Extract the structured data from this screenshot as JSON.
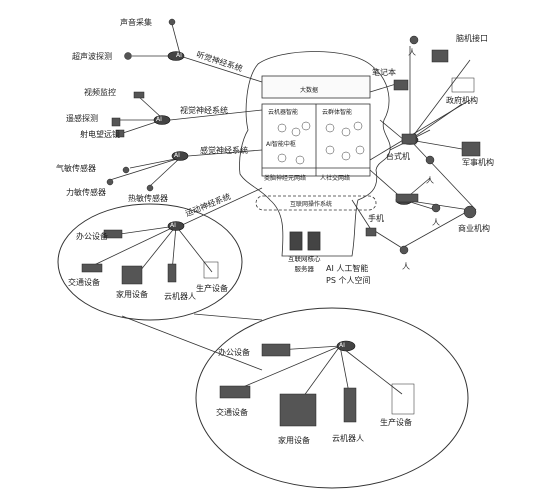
{
  "diagram": {
    "top_left_sensors": {
      "sound": "声音采集",
      "ultrasound": "超声波探测",
      "system": "听觉神经系统"
    },
    "vision": {
      "video": "视频监控",
      "remote": "遥感探测",
      "rf": "射电望远镜",
      "system": "视觉神经系统"
    },
    "sense": {
      "gas": "气敏传感器",
      "force": "力敏传感器",
      "heat": "热敏传感器",
      "system": "感觉神经系统"
    },
    "motor": {
      "system": "运动神经系统"
    },
    "brain": {
      "big_data": "大数据",
      "cloud_robot": "云机器智能",
      "swarm": "云群体智能",
      "ai_brain": "AI智能中枢",
      "cerebellum": "类脑神经元网络",
      "human_net": "人社交网络",
      "os": "互联网操作系统",
      "core_server": "互联网核心\n服务器"
    },
    "legend": {
      "ai": "AI 人工智能",
      "ps": "PS 个人空间"
    },
    "node_label": "AI",
    "right_side": {
      "person_top": "人",
      "bci": "脑机接口",
      "laptop": "笔记本",
      "gov": "政府机构",
      "desktop": "台式机",
      "military": "军事机构",
      "person_mid": "人",
      "person_mid2": "人",
      "business": "商业机构",
      "phone": "手机",
      "person_bottom": "人"
    },
    "small_loop": {
      "office": "办公设备",
      "traffic": "交通设备",
      "home": "家用设备",
      "robot": "云机器人",
      "production": "生产设备"
    },
    "large_loop": {
      "office": "办公设备",
      "traffic": "交通设备",
      "home": "家用设备",
      "robot": "云机器人",
      "production": "生产设备"
    }
  }
}
